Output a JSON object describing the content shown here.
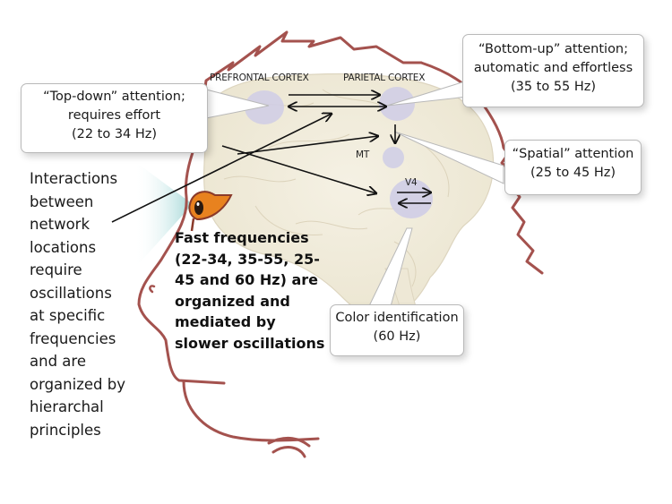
{
  "figure": {
    "title": "Oscillatory attention network in the brain",
    "brain_regions": [
      {
        "id": "prefrontal",
        "label": "PREFRONTAL CORTEX"
      },
      {
        "id": "parietal",
        "label": "PARIETAL CORTEX"
      },
      {
        "id": "mt",
        "label": "MT"
      },
      {
        "id": "v4",
        "label": "V4"
      }
    ],
    "callouts": {
      "top_down": {
        "lines": [
          "“Top-down” attention;",
          "requires effort",
          "(22 to 34 Hz)"
        ],
        "target": "prefrontal"
      },
      "bottom_up": {
        "lines": [
          "“Bottom-up” attention;",
          "automatic and effortless",
          "(35 to 55 Hz)"
        ],
        "target": "parietal"
      },
      "spatial": {
        "lines": [
          "“Spatial” attention",
          "(25 to 45 Hz)"
        ],
        "target": "parietal-mt"
      },
      "color": {
        "lines": [
          "Color identification",
          "(60 Hz)"
        ],
        "target": "v4"
      }
    },
    "left_text": {
      "lines": [
        "Interactions",
        "between",
        "network",
        "locations",
        "require",
        "oscillations",
        "at specific",
        "frequencies",
        "and are",
        "organized by",
        "hierarchal",
        "principles"
      ]
    },
    "bold_text": {
      "lines": [
        "Fast frequencies",
        "(22-34, 35-55, 25-",
        "45 and 60 Hz) are",
        "organized and",
        "mediated by",
        "slower oscillations"
      ]
    },
    "connections": [
      {
        "from": "prefrontal",
        "to": "parietal",
        "direction": "forward"
      },
      {
        "from": "parietal",
        "to": "prefrontal",
        "direction": "bidirectional"
      },
      {
        "from": "parietal",
        "to": "mt",
        "direction": "forward"
      },
      {
        "from": "v4",
        "to": "v4",
        "direction": "bidirectional"
      }
    ],
    "colors": {
      "outline": "#a4524e",
      "brain_fill": "#f1ecdc",
      "region_fill": "#cfcde6",
      "eye_iris": "#e8821f",
      "gaze_beam": "#9fd6d6"
    }
  }
}
